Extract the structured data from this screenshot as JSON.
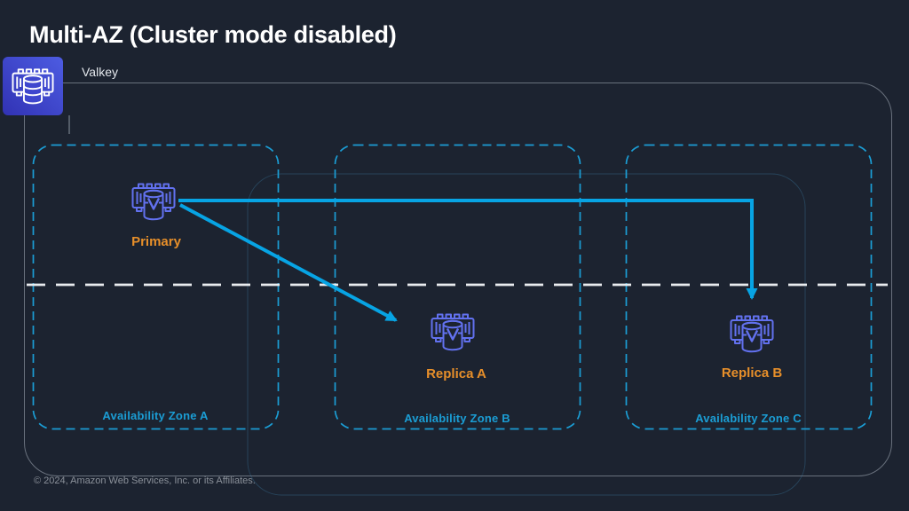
{
  "title": "Multi-AZ (Cluster mode disabled)",
  "group": {
    "label": "Valkey",
    "icon": "elasticache-valkey-icon"
  },
  "zones": [
    {
      "label": "Availability Zone A"
    },
    {
      "label": "Availability Zone B"
    },
    {
      "label": "Availability Zone C"
    }
  ],
  "nodes": [
    {
      "id": "primary",
      "label": "Primary",
      "zone": "Availability Zone A",
      "icon": "valkey-node-icon"
    },
    {
      "id": "replica-a",
      "label": "Replica A",
      "zone": "Availability Zone B",
      "icon": "valkey-node-icon"
    },
    {
      "id": "replica-b",
      "label": "Replica B",
      "zone": "Availability Zone C",
      "icon": "valkey-node-icon"
    }
  ],
  "edges": [
    {
      "from": "primary",
      "to": "replica-b",
      "type": "replication-arrow"
    },
    {
      "from": "primary",
      "to": "replica-a",
      "type": "replication-arrow"
    }
  ],
  "footer": "© 2024, Amazon Web Services, Inc. or its Affiliates.",
  "colors": {
    "background": "#1c2330",
    "title_text": "#ffffff",
    "container_border": "#aab2be",
    "zone_accent": "#1b9dd4",
    "arrow": "#07a4e4",
    "node_icon": "#6271ef",
    "node_label_orange": "#e78f2a",
    "valkey_box_gradient_start": "#3132b4",
    "valkey_box_gradient_end": "#4d5ce2",
    "divider_dash": "#e9ecef",
    "footer_text": "#8b919a"
  }
}
